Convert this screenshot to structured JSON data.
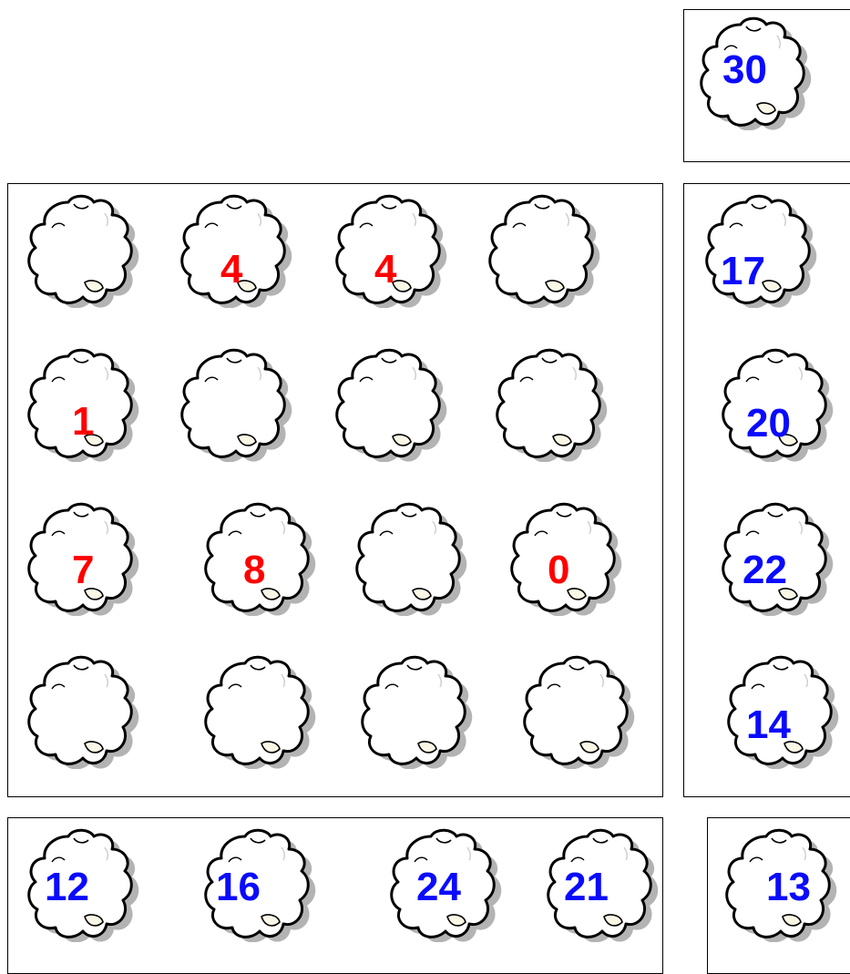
{
  "palette": {
    "red_number": "#ff0000",
    "blue_number": "#0a0aff",
    "cloud_fill": "#ffffff",
    "cloud_outline": "#000000",
    "cloud_shadow": "#9a9a9a"
  },
  "target": {
    "value": "30"
  },
  "grid": {
    "rows": [
      [
        "",
        "4",
        "4",
        ""
      ],
      [
        "1",
        "",
        "",
        ""
      ],
      [
        "7",
        "8",
        "",
        "0"
      ],
      [
        "",
        "",
        "",
        ""
      ]
    ]
  },
  "column_answers": [
    "12",
    "16",
    "24",
    "21"
  ],
  "row_answers": [
    "17",
    "20",
    "22",
    "14"
  ],
  "diagonal_answer": "13"
}
